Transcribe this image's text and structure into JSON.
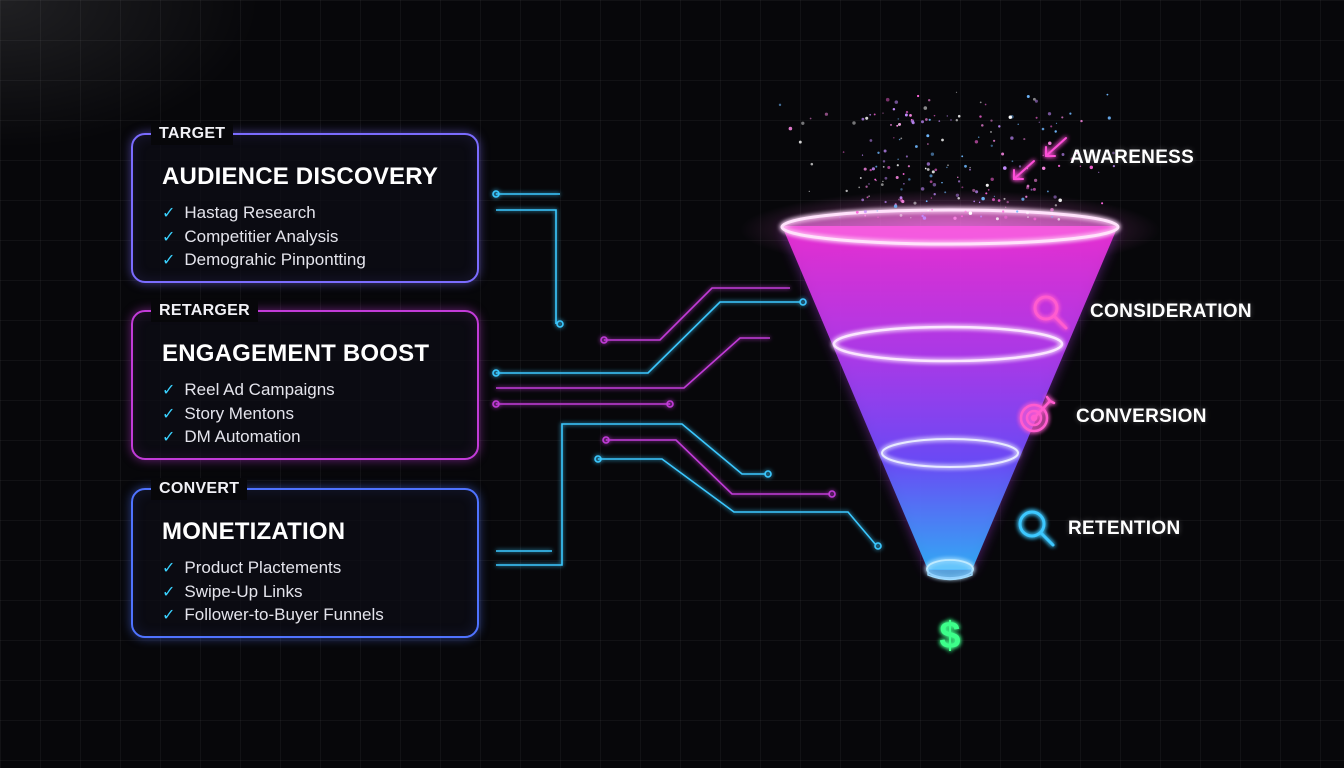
{
  "cards": [
    {
      "tag": "TARGET",
      "title": "AUDIENCE DISCOVERY",
      "color": "#7b6cff",
      "items": [
        "Hastag Research",
        "Competitier Analysis",
        "Demograhic Pinpontting"
      ]
    },
    {
      "tag": "RETARGER",
      "title": "ENGAGEMENT BOOST",
      "color": "#c23bd8",
      "items": [
        "Reel Ad Campaigns",
        "Story Mentons",
        "DM Automation"
      ]
    },
    {
      "tag": "CONVERT",
      "title": "MONETIZATION",
      "color": "#4f73ff",
      "items": [
        "Product Plactements",
        "Swipe-Up Links",
        "Follower-to-Buyer Funnels"
      ]
    }
  ],
  "check_glyph": "✓",
  "stages": [
    {
      "label": "AWARENESS",
      "icon": "arrows-in-icon",
      "color": "#ff4fd8"
    },
    {
      "label": "CONSIDERATION",
      "icon": "magnifier-icon",
      "color": "#ff5ccf"
    },
    {
      "label": "CONVERSION",
      "icon": "target-icon",
      "color": "#ff5ccf"
    },
    {
      "label": "RETENTION",
      "icon": "magnifier-icon",
      "color": "#3ec8ff"
    }
  ],
  "result_symbol": "$",
  "colors": {
    "cyan": "#3ac8ff",
    "magenta": "#e23ce0",
    "purple": "#8a4dff",
    "green": "#3dff8a"
  }
}
